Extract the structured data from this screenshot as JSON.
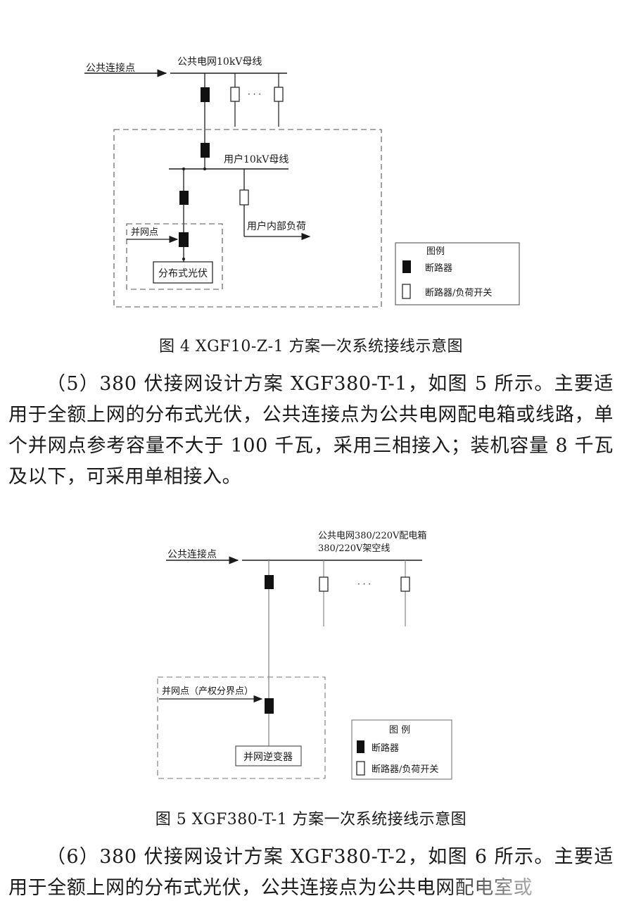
{
  "figure4": {
    "pcc_label": "公共连接点",
    "public_bus_label": "公共电网10kV母线",
    "ellipsis": "· · ·",
    "user_bus_label": "用户10kV母线",
    "grid_point_label": "并网点",
    "internal_load_label": "用户内部负荷",
    "pv_label": "分布式光伏",
    "legend": {
      "title": "图例",
      "breaker": "断路器",
      "breaker_load_switch": "断路器/负荷开关"
    },
    "caption": "图 4 XGF10-Z-1 方案一次系统接线示意图"
  },
  "paragraph5": "（5）380 伏接网设计方案 XGF380-T-1，如图 5 所示。主要适用于全额上网的分布式光伏，公共连接点为公共电网配电箱或线路，单个并网点参考容量不大于 100 千瓦，采用三相接入；装机容量 8 千瓦及以下，可采用单相接入。",
  "figure5": {
    "pcc_label": "公共连接点",
    "bus_label_1": "公共电网380/220V配电箱",
    "bus_label_2": "380/220V架空线",
    "ellipsis": "· · ·",
    "grid_point_label": "并网点（产权分界点）",
    "inverter_label": "并网逆变器",
    "legend": {
      "title": "图 例",
      "breaker": "断路器",
      "breaker_load_switch": "断路器/负荷开关"
    },
    "caption": "图 5 XGF380-T-1 方案一次系统接线示意图"
  },
  "paragraph6": "（6）380 伏接网设计方案 XGF380-T-2，如图 6 所示。主要适用于全额上网的分布式光伏，公共连接点为公共电网配电室或"
}
